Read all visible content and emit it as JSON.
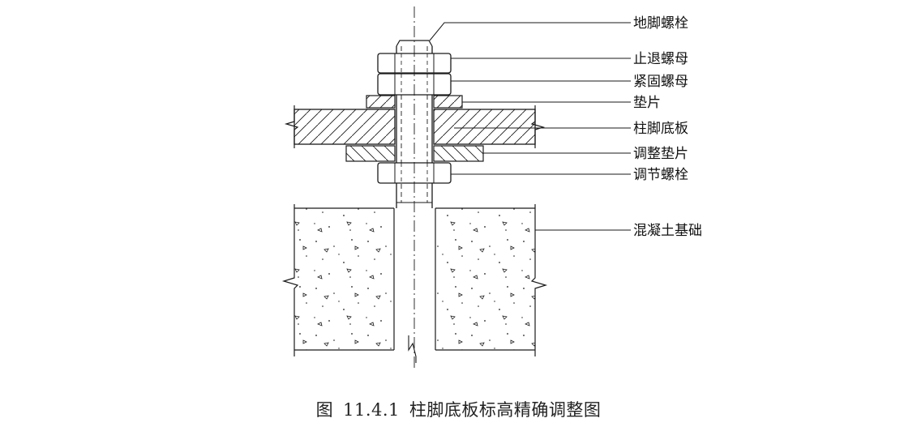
{
  "diagram": {
    "labels": {
      "anchor_bolt": "地脚螺栓",
      "lock_nut": "止退螺母",
      "tightening_nut": "紧固螺母",
      "washer": "垫片",
      "base_plate": "柱脚底板",
      "adjusting_shim": "调整垫片",
      "adjusting_bolt": "调节螺栓",
      "concrete_foundation": "混凝土基础"
    },
    "colors": {
      "line": "#1a1a1a",
      "background": "#ffffff"
    }
  },
  "caption": {
    "figure_prefix": "图",
    "number": "11.4.1",
    "title": "柱脚底板标高精确调整图"
  }
}
